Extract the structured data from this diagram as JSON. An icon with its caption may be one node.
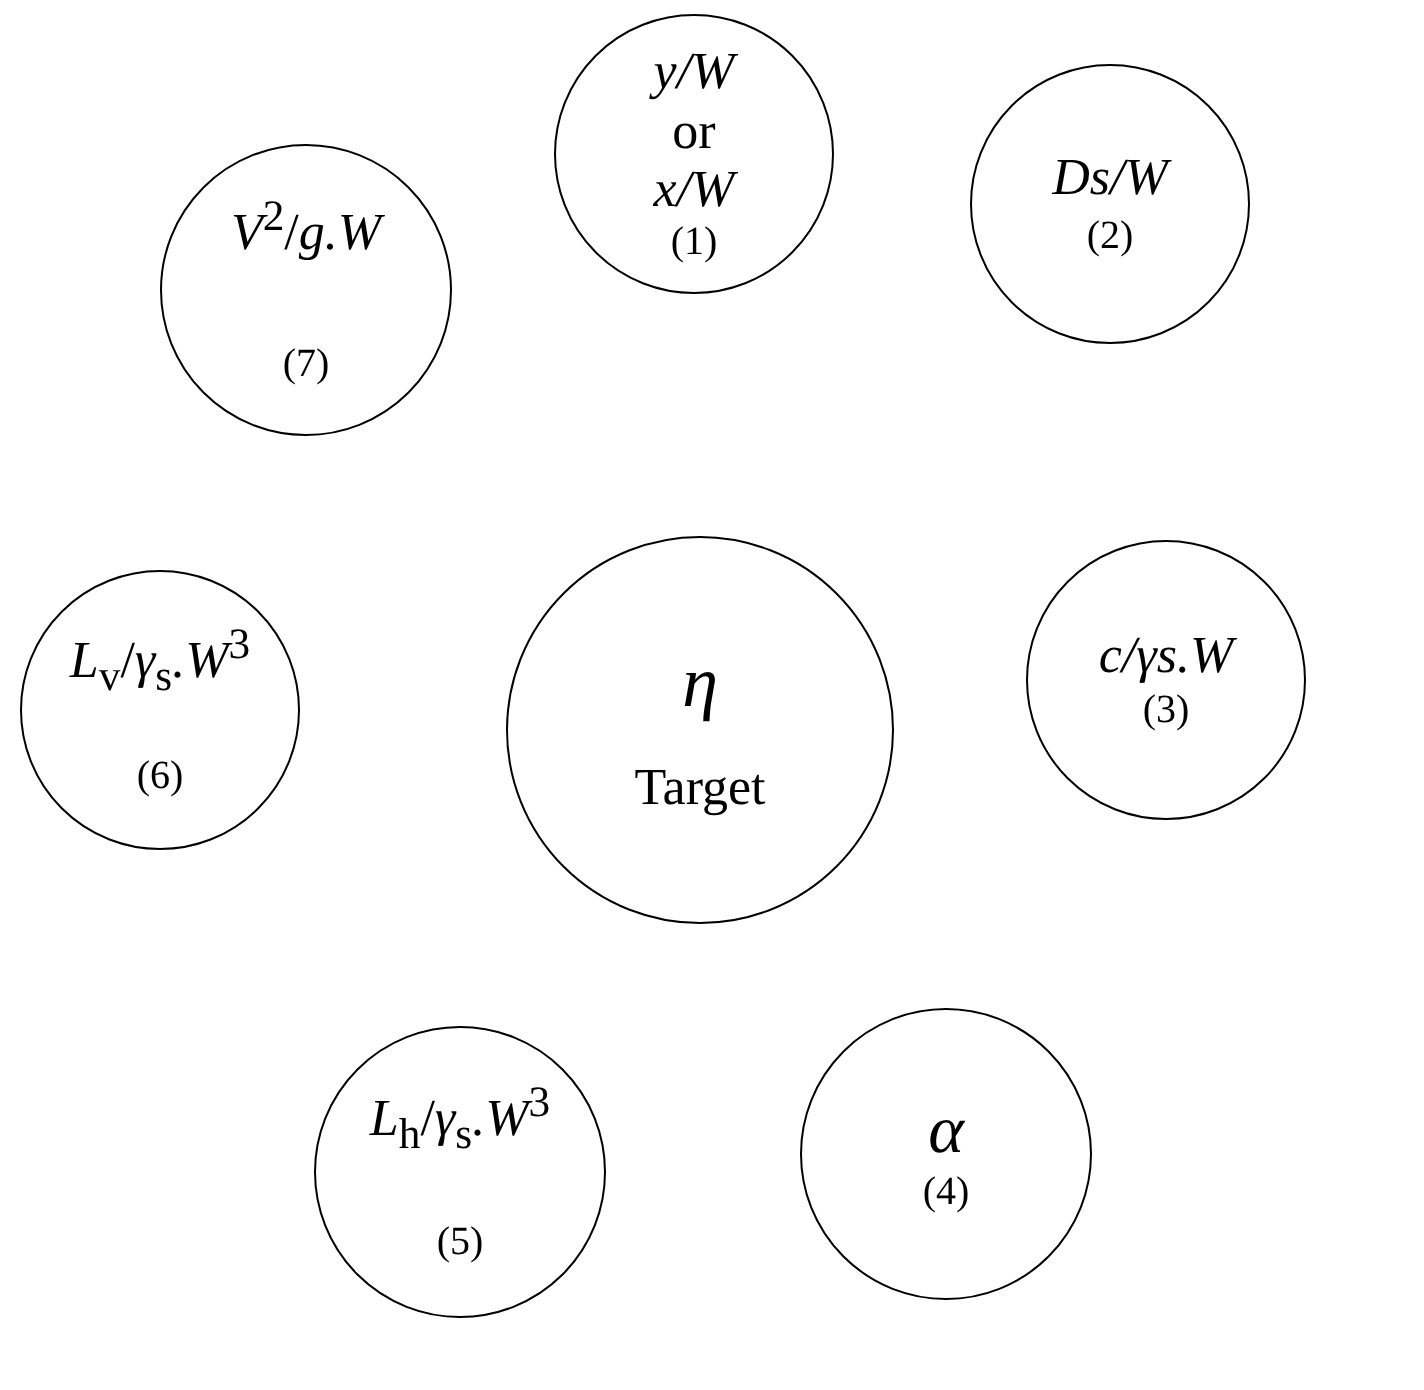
{
  "diagram": {
    "nodes": [
      {
        "text": [
          "*y/W* or *x/W*",
          "(1)"
        ]
      },
      {
        "text": [
          "Ds/W",
          "(2)"
        ]
      },
      {
        "text": [
          "c/γs.W",
          "(3)"
        ]
      },
      {
        "text": [
          "α",
          "(4)"
        ]
      },
      {
        "text": [
          "*L*$_{h}$/*γ*$_{s}$*.W*$^{3}$",
          "(5)"
        ]
      },
      {
        "text": [
          "*L*$_{v}$/*γ*$_{s}$*.W*$^{3}$",
          "(6)"
        ]
      },
      {
        "text": [
          "*V*$^{2}$/*g.W*",
          "(7)"
        ]
      },
      {
        "text": [
          "η",
          "Target"
        ]
      }
    ]
  }
}
